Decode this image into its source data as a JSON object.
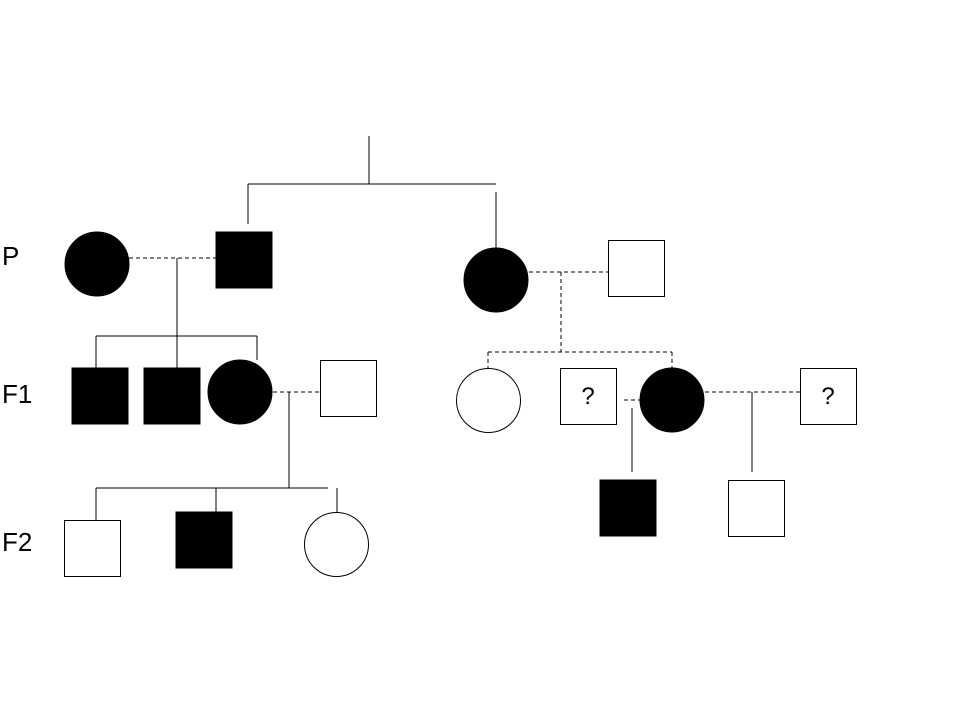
{
  "generations": {
    "p": "P",
    "f1": "F1",
    "f2": "F2"
  },
  "unknown_mark": "?",
  "colors": {
    "affected_fill": "#000000",
    "unaffected_fill": "#ffffff",
    "stroke": "#000000"
  },
  "legend_semantics": {
    "square": "male",
    "circle": "female",
    "filled": "affected",
    "dashed_line": "mating"
  }
}
